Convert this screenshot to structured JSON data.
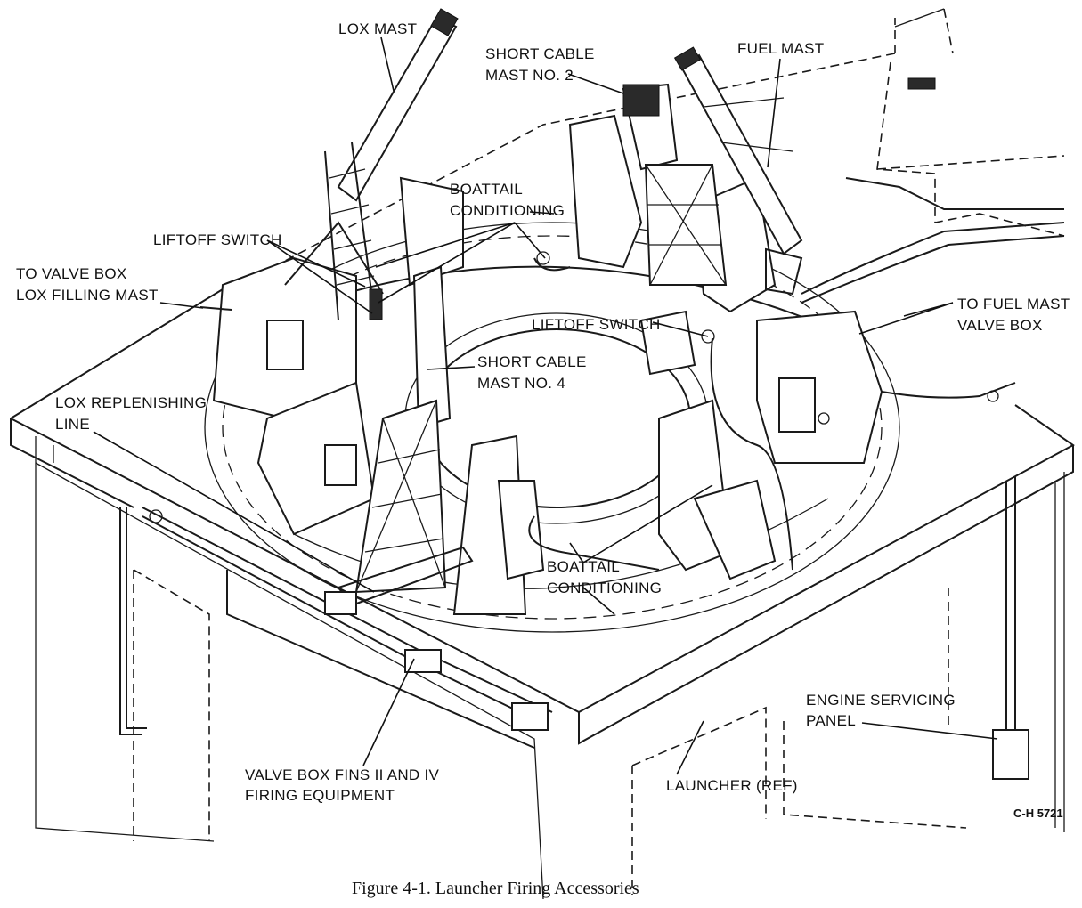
{
  "labels": {
    "lox_mast": "LOX MAST",
    "short_cable_2_l1": "SHORT CABLE",
    "short_cable_2_l2": "MAST NO. 2",
    "fuel_mast": "FUEL MAST",
    "boattail_top_l1": "BOATTAIL",
    "boattail_top_l2": "CONDITIONING",
    "liftoff_left": "LIFTOFF SWITCH",
    "valve_box_lox_l1": "TO VALVE BOX",
    "valve_box_lox_l2": "LOX FILLING MAST",
    "fuel_valve_l1": "TO FUEL MAST",
    "fuel_valve_l2": "VALVE BOX",
    "liftoff_right": "LIFTOFF SWITCH",
    "short_cable_4_l1": "SHORT CABLE",
    "short_cable_4_l2": "MAST NO. 4",
    "lox_replenish_l1": "LOX REPLENISHING",
    "lox_replenish_l2": "LINE",
    "boattail_bottom_l1": "BOATTAIL",
    "boattail_bottom_l2": "CONDITIONING",
    "valve_box_fins_l1": "VALVE BOX FINS II AND IV",
    "valve_box_fins_l2": "FIRING EQUIPMENT",
    "launcher_ref": "LAUNCHER (REF)",
    "engine_servicing_l1": "ENGINE SERVICING",
    "engine_servicing_l2": "PANEL",
    "drawing_ref": "C-H 5721"
  },
  "caption": "Figure 4-1.  Launcher Firing Accessories"
}
